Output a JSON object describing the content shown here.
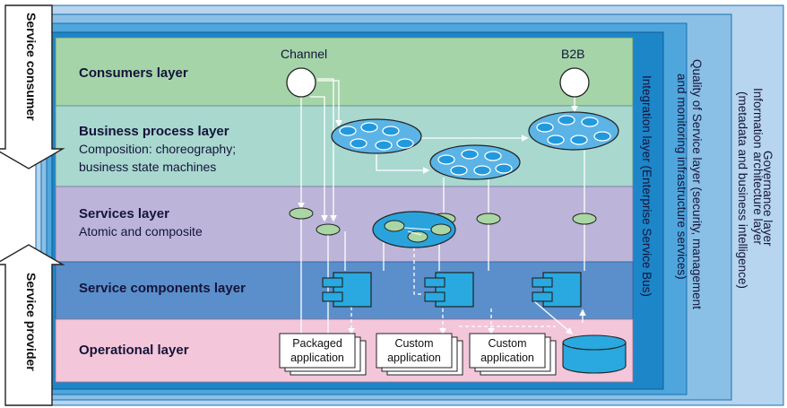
{
  "side_labels": {
    "consumer": "Service consumer",
    "provider": "Service provider"
  },
  "layers": {
    "consumers": {
      "title": "Consumers layer"
    },
    "business_process": {
      "title": "Business process layer",
      "subtitle_line1": "Composition: choreography;",
      "subtitle_line2": "business state machines"
    },
    "services": {
      "title": "Services layer",
      "subtitle": "Atomic and composite"
    },
    "service_components": {
      "title": "Service components layer"
    },
    "operational": {
      "title": "Operational layer"
    }
  },
  "consumers": {
    "channel": "Channel",
    "b2b": "B2B"
  },
  "vertical_layers": {
    "integration": "Integration layer (Enterprise Service Bus)",
    "qos_line1": "Quality of Service layer (security, management",
    "qos_line2": "and monitoring infrastructure services)",
    "info_line1": "Information architecture layer",
    "info_line2": "(metadata and business intelligence)",
    "governance": "Governance layer"
  },
  "applications": {
    "packaged_line1": "Packaged",
    "packaged_line2": "application",
    "custom1_line1": "Custom",
    "custom1_line2": "application",
    "custom2_line1": "Custom",
    "custom2_line2": "application"
  },
  "colors": {
    "governance": "#b7d5ee",
    "info_architecture": "#8bc0e6",
    "qos": "#4ea6dc",
    "integration": "#1d86c9",
    "consumers_layer": "#a5d4a9",
    "business_process_layer": "#a9d8cf",
    "services_layer": "#bcb5d9",
    "service_components_layer": "#5b8fcb",
    "operational_layer": "#f3c6d9",
    "component": "#29a9df",
    "node": "#a9d6a3"
  }
}
